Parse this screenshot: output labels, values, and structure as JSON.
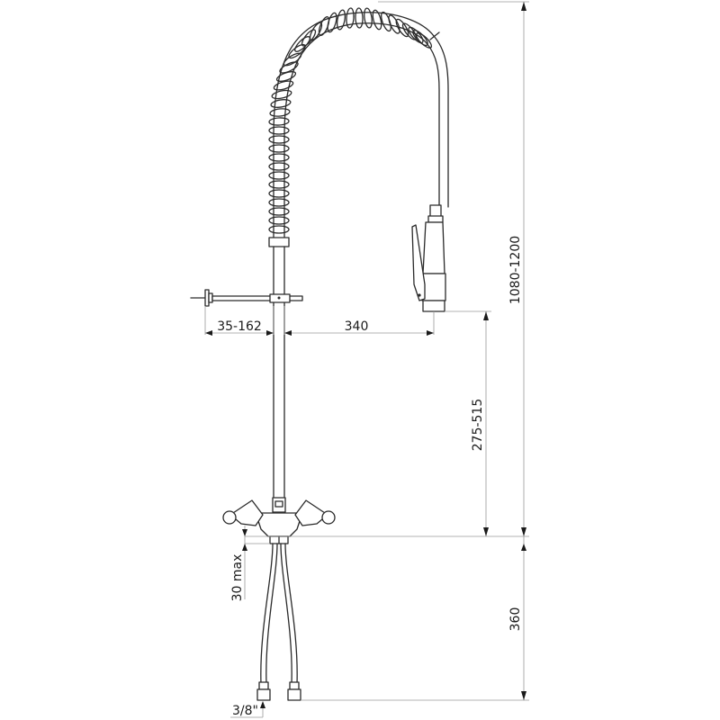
{
  "drawing": {
    "type": "technical-dimension-drawing",
    "subject": "pre-rinse faucet with spring hose and dual-handle mixer",
    "line_color": "#2a2a2a",
    "dimension_line_color": "#9a9a9a"
  },
  "dimensions": {
    "wall_bracket_offset": "35-162",
    "spout_reach": "340",
    "spray_head_height": "275-515",
    "total_height": "1080-1200",
    "deck_thickness": "30 max",
    "hose_length": "360",
    "connection_size": "3/8\""
  }
}
